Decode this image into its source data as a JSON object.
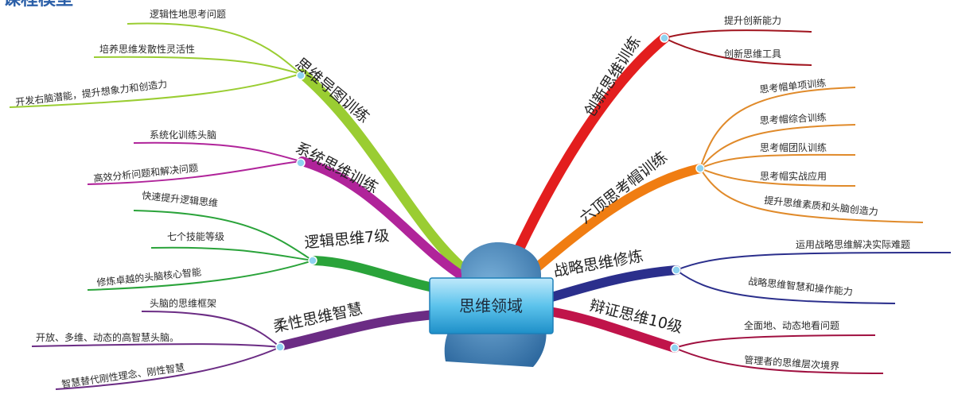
{
  "header": {
    "title": "课程模型"
  },
  "center": {
    "label": "思维领域"
  },
  "colors": {
    "mind_map": "#9acd32",
    "systems": "#b0249a",
    "logic": "#2aa33a",
    "flexible": "#6b2c84",
    "innovation": "#e31e1e",
    "six_hats": "#f07d12",
    "strategic": "#2b2f8c",
    "dialectic": "#c0144a"
  },
  "branches": {
    "mind_map": {
      "label": "思维导图训练",
      "items": [
        "逻辑性地思考问题",
        "培养思维发散性灵活性",
        "开发右脑潜能，提升想象力和创造力"
      ]
    },
    "systems": {
      "label": "系统思维训练",
      "items": [
        "系统化训练头脑",
        "高效分析问题和解决问题"
      ]
    },
    "logic": {
      "label": "逻辑思维7级",
      "items": [
        "快速提升逻辑思维",
        "七个技能等级",
        "修炼卓越的头脑核心智能"
      ]
    },
    "flexible": {
      "label": "柔性思维智慧",
      "items": [
        "头脑的思维框架",
        "开放、多维、动态的高智慧头脑。",
        "智慧替代刚性理念、刚性智慧"
      ]
    },
    "innovation": {
      "label": "创新思维训练",
      "items": [
        "提升创新能力",
        "创新思维工具"
      ]
    },
    "six_hats": {
      "label": "六顶思考帽训练",
      "items": [
        "思考帽单项训练",
        "思考帽综合训练",
        "思考帽团队训练",
        "思考帽实战应用",
        "提升思维素质和头脑创造力"
      ]
    },
    "strategic": {
      "label": "战略思维修炼",
      "items": [
        "运用战略思维解决实际难题",
        "战略思维智慧和操作能力"
      ]
    },
    "dialectic": {
      "label": "辩证思维10级",
      "items": [
        "全面地、动态地看问题",
        "管理者的思维层次境界"
      ]
    }
  }
}
